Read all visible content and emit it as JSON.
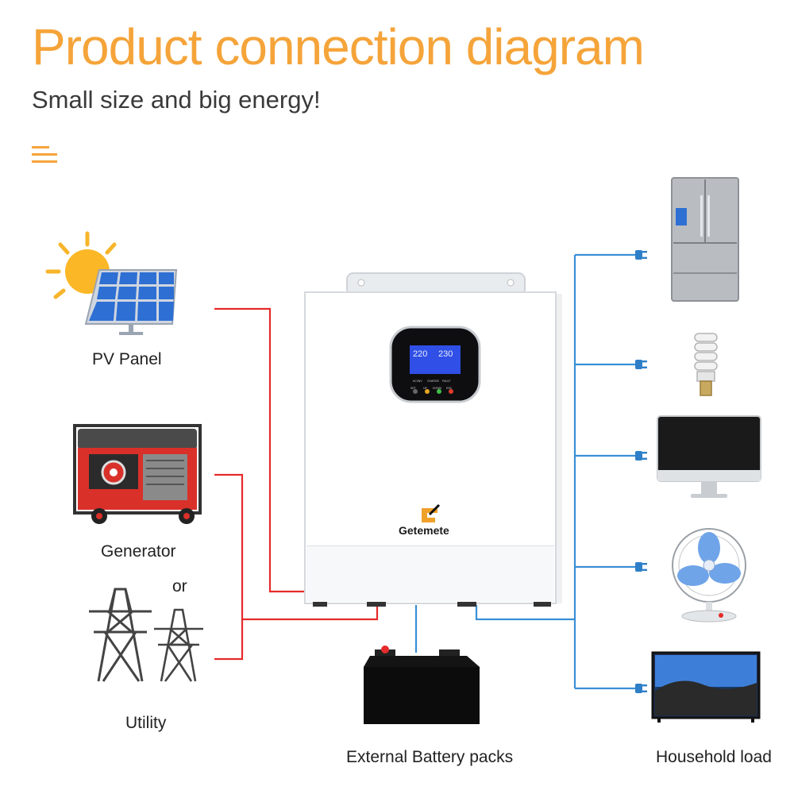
{
  "header": {
    "title": "Product connection diagram",
    "subtitle": "Small size and big energy!"
  },
  "inputs": {
    "pv_panel": "PV Panel",
    "generator": "Generator",
    "or": "or",
    "utility": "Utility"
  },
  "inverter": {
    "brand": "Getemete",
    "lcd_left": "220",
    "lcd_right": "230",
    "led_labels": [
      "AC/INV",
      "CHARGE",
      "FAULT"
    ],
    "button_labels": [
      "SET",
      "UP",
      "DOWN",
      "ESC"
    ]
  },
  "battery": {
    "label": "External Battery packs"
  },
  "loads": {
    "label": "Household load",
    "items": [
      "refrigerator-icon",
      "bulb-icon",
      "monitor-icon",
      "fan-icon",
      "tv-icon"
    ]
  },
  "colors": {
    "accent": "#f5a43a",
    "input_wire": "#e52b2b",
    "output_wire": "#3a8fd6"
  }
}
